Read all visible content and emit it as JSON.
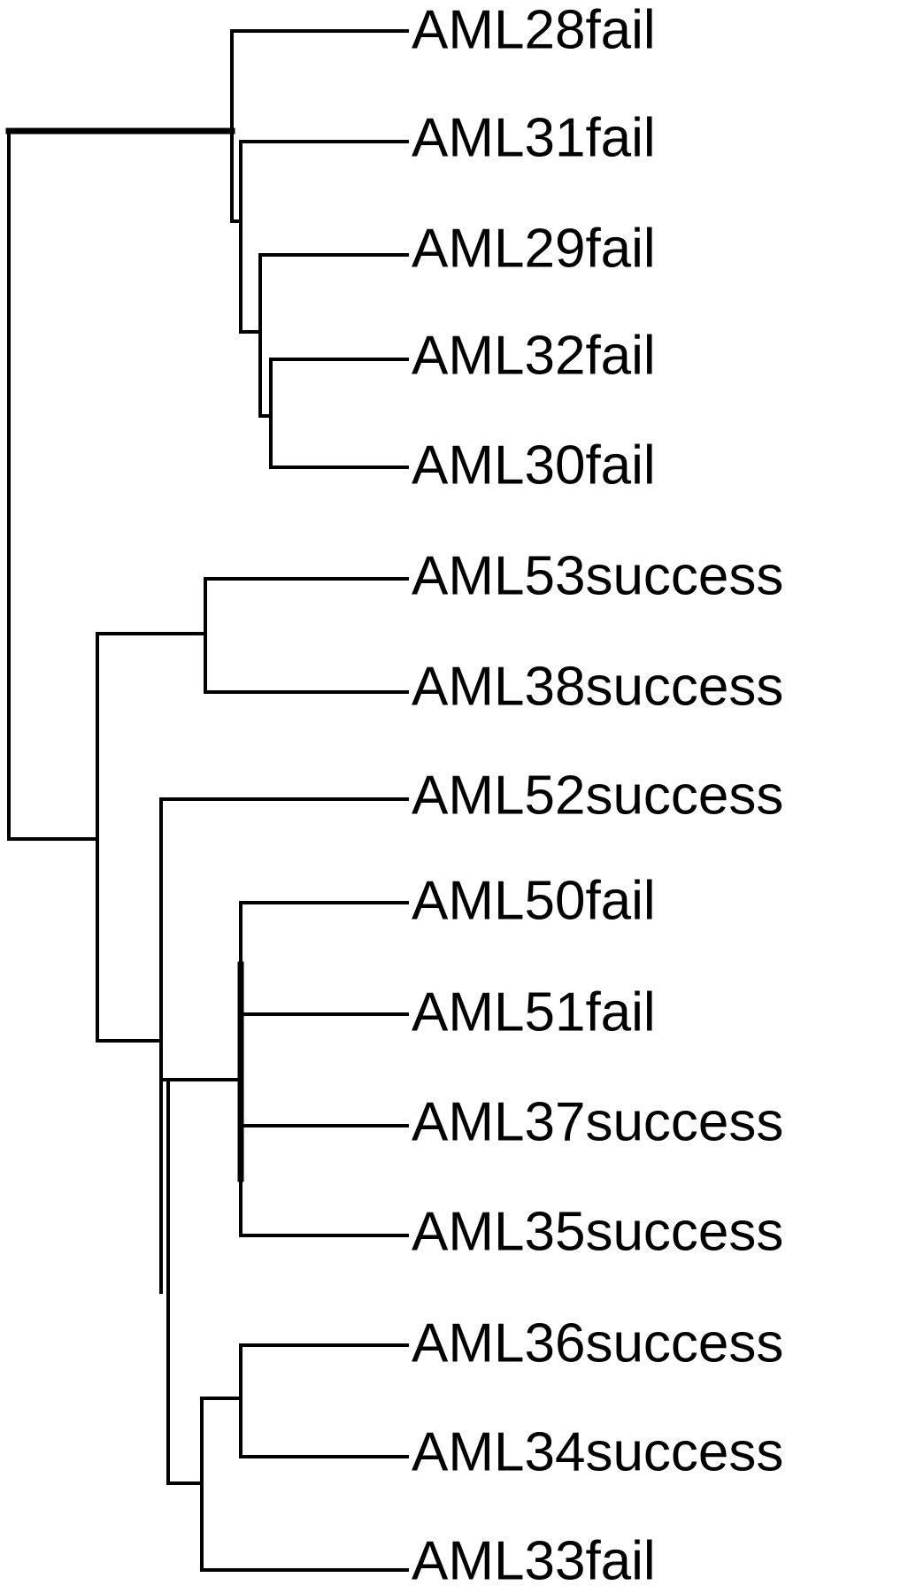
{
  "leaves": [
    "AML28fail",
    "AML31fail",
    "AML29fail",
    "AML32fail",
    "AML30fail",
    "AML53success",
    "AML38success",
    "AML52success",
    "AML50fail",
    "AML51fail",
    "AML37success",
    "AML35success",
    "AML36success",
    "AML34success",
    "AML33fail"
  ],
  "colors": {
    "line": "#000000",
    "text": "#000000",
    "background": "#ffffff"
  }
}
